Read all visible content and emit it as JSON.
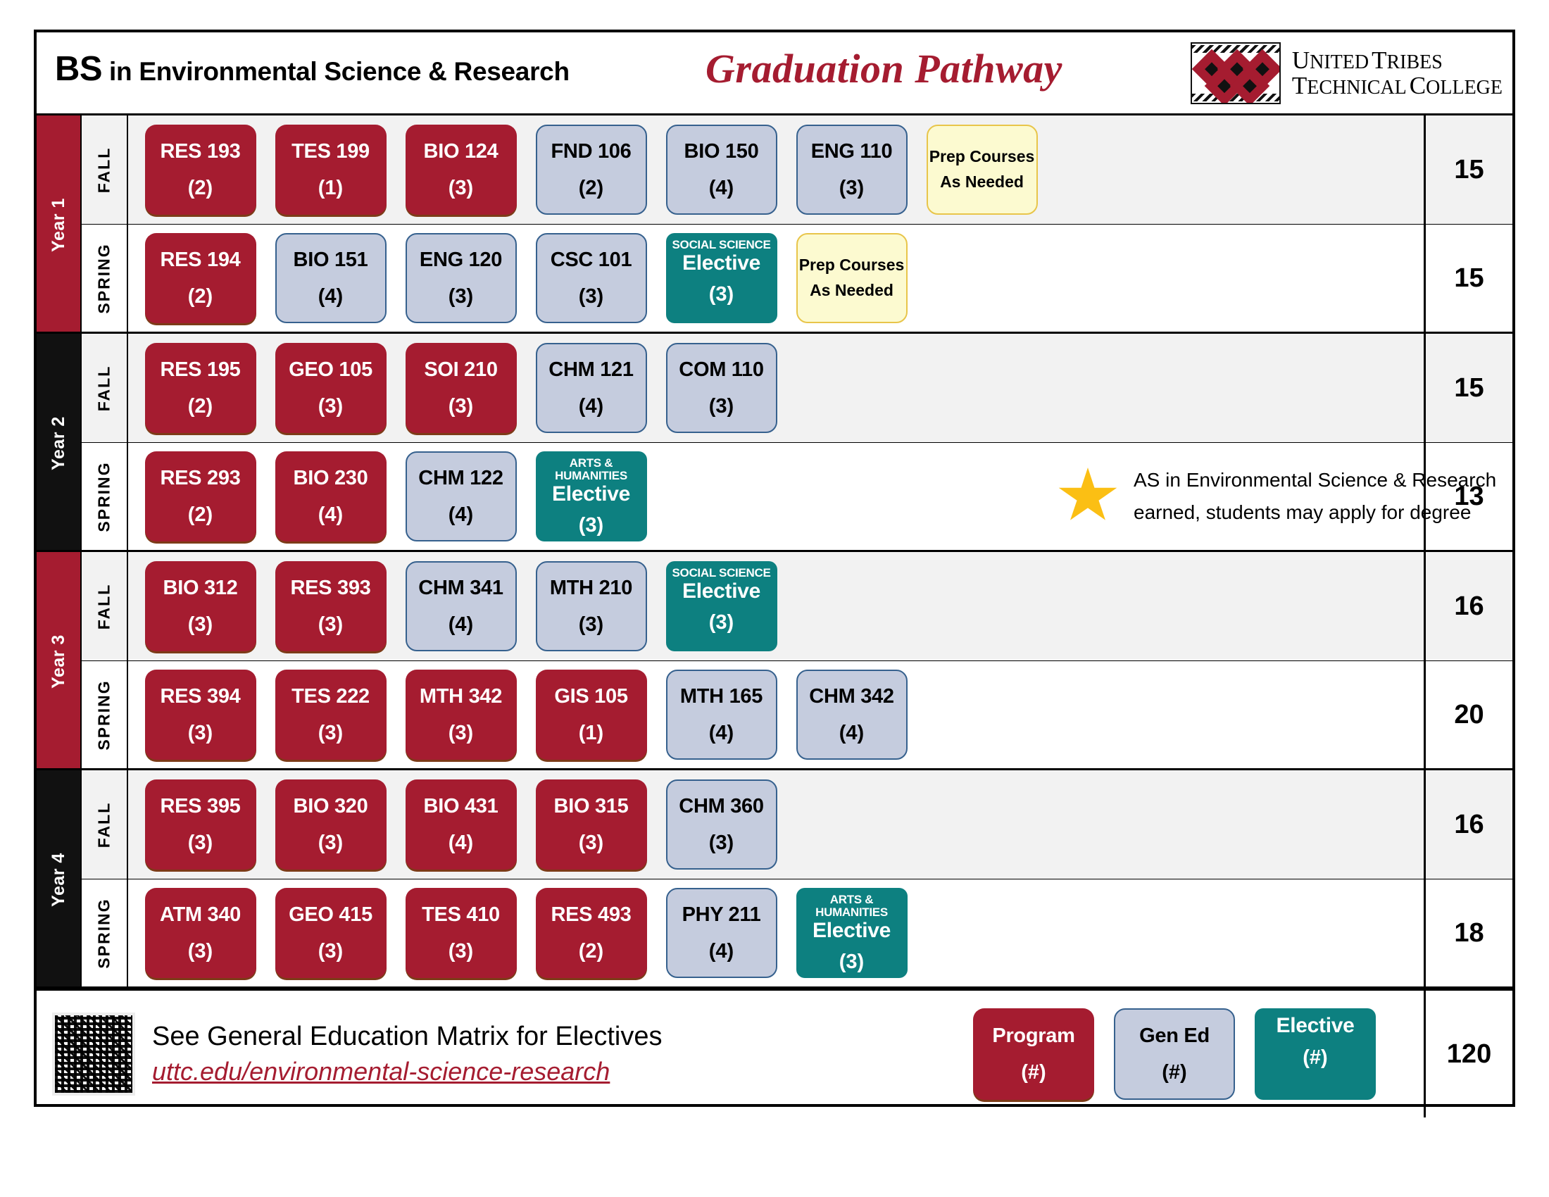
{
  "header": {
    "degree_prefix": "BS",
    "degree_rest": " in Environmental Science & Research",
    "subtitle": "Graduation Pathway",
    "logo_line1": "UNITED TRIBES",
    "logo_line2": "TECHNICAL COLLEGE"
  },
  "colors": {
    "program": "#A51C30",
    "gened": "#C5CCDE",
    "elective": "#0D8080",
    "prep": "#FCFAD0",
    "star": "#FBBF14",
    "year_odd": "#A51C30",
    "year_even": "#111111"
  },
  "rows": [
    {
      "year": "Year 1",
      "year_style": "crimson",
      "year_span_first": true,
      "term": "FALL",
      "total": "15",
      "shade": true,
      "courses": [
        {
          "type": "program",
          "code": "RES 193",
          "credits": "(2)"
        },
        {
          "type": "program",
          "code": "TES 199",
          "credits": "(1)"
        },
        {
          "type": "program",
          "code": "BIO 124",
          "credits": "(3)"
        },
        {
          "type": "gened",
          "code": "FND 106",
          "credits": "(2)"
        },
        {
          "type": "gened",
          "code": "BIO 150",
          "credits": "(4)"
        },
        {
          "type": "gened",
          "code": "ENG 110",
          "credits": "(3)"
        },
        {
          "type": "prep",
          "line1": "Prep Courses",
          "line2": "As Needed"
        }
      ]
    },
    {
      "year": "Year 1",
      "year_style": "crimson",
      "year_span_first": false,
      "term": "SPRING",
      "total": "15",
      "shade": false,
      "year_end": true,
      "courses": [
        {
          "type": "program",
          "code": "RES 194",
          "credits": "(2)"
        },
        {
          "type": "gened",
          "code": "BIO 151",
          "credits": "(4)"
        },
        {
          "type": "gened",
          "code": "ENG 120",
          "credits": "(3)"
        },
        {
          "type": "gened",
          "code": "CSC 101",
          "credits": "(3)"
        },
        {
          "type": "elective",
          "kicker": "SOCIAL SCIENCE",
          "code": "Elective",
          "credits": "(3)"
        },
        {
          "type": "prep",
          "line1": "Prep Courses",
          "line2": "As Needed"
        }
      ]
    },
    {
      "year": "Year 2",
      "year_style": "black",
      "year_span_first": true,
      "term": "FALL",
      "total": "15",
      "shade": true,
      "courses": [
        {
          "type": "program",
          "code": "RES 195",
          "credits": "(2)"
        },
        {
          "type": "program",
          "code": "GEO 105",
          "credits": "(3)"
        },
        {
          "type": "program",
          "code": "SOI 210",
          "credits": "(3)"
        },
        {
          "type": "gened",
          "code": "CHM 121",
          "credits": "(4)"
        },
        {
          "type": "gened",
          "code": "COM 110",
          "credits": "(3)"
        }
      ]
    },
    {
      "year": "Year 2",
      "year_style": "black",
      "year_span_first": false,
      "term": "SPRING",
      "total": "13",
      "shade": false,
      "year_end": true,
      "note": "AS in Environmental Science & Research\nearned, students may apply for degree",
      "note_line1": "AS in Environmental Science & Research",
      "note_line2": "earned, students may apply for degree",
      "courses": [
        {
          "type": "program",
          "code": "RES 293",
          "credits": "(2)"
        },
        {
          "type": "program",
          "code": "BIO 230",
          "credits": "(4)"
        },
        {
          "type": "gened",
          "code": "CHM 122",
          "credits": "(4)"
        },
        {
          "type": "elective",
          "kicker": "ARTS & HUMANITIES",
          "code": "Elective",
          "credits": "(3)"
        }
      ]
    },
    {
      "year": "Year 3",
      "year_style": "crimson",
      "year_span_first": true,
      "term": "FALL",
      "total": "16",
      "shade": true,
      "courses": [
        {
          "type": "program",
          "code": "BIO 312",
          "credits": "(3)"
        },
        {
          "type": "program",
          "code": "RES 393",
          "credits": "(3)"
        },
        {
          "type": "gened",
          "code": "CHM 341",
          "credits": "(4)"
        },
        {
          "type": "gened",
          "code": "MTH 210",
          "credits": "(3)"
        },
        {
          "type": "elective",
          "kicker": "SOCIAL SCIENCE",
          "code": "Elective",
          "credits": "(3)"
        }
      ]
    },
    {
      "year": "Year 3",
      "year_style": "crimson",
      "year_span_first": false,
      "term": "SPRING",
      "total": "20",
      "shade": false,
      "year_end": true,
      "courses": [
        {
          "type": "program",
          "code": "RES 394",
          "credits": "(3)"
        },
        {
          "type": "program",
          "code": "TES 222",
          "credits": "(3)"
        },
        {
          "type": "program",
          "code": "MTH 342",
          "credits": "(3)"
        },
        {
          "type": "program",
          "code": "GIS 105",
          "credits": "(1)"
        },
        {
          "type": "gened",
          "code": "MTH 165",
          "credits": "(4)"
        },
        {
          "type": "gened",
          "code": "CHM 342",
          "credits": "(4)"
        }
      ]
    },
    {
      "year": "Year 4",
      "year_style": "black",
      "year_span_first": true,
      "term": "FALL",
      "total": "16",
      "shade": true,
      "courses": [
        {
          "type": "program",
          "code": "RES 395",
          "credits": "(3)"
        },
        {
          "type": "program",
          "code": "BIO 320",
          "credits": "(3)"
        },
        {
          "type": "program",
          "code": "BIO 431",
          "credits": "(4)"
        },
        {
          "type": "program",
          "code": "BIO 315",
          "credits": "(3)"
        },
        {
          "type": "gened",
          "code": "CHM 360",
          "credits": "(3)"
        }
      ]
    },
    {
      "year": "Year 4",
      "year_style": "black",
      "year_span_first": false,
      "term": "SPRING",
      "total": "18",
      "shade": false,
      "year_end": true,
      "courses": [
        {
          "type": "program",
          "code": "ATM 340",
          "credits": "(3)"
        },
        {
          "type": "program",
          "code": "GEO 415",
          "credits": "(3)"
        },
        {
          "type": "program",
          "code": "TES 410",
          "credits": "(3)"
        },
        {
          "type": "program",
          "code": "RES 493",
          "credits": "(2)"
        },
        {
          "type": "gened",
          "code": "PHY 211",
          "credits": "(4)"
        },
        {
          "type": "elective",
          "kicker": "ARTS & HUMANITIES",
          "code": "Elective",
          "credits": "(3)"
        }
      ]
    }
  ],
  "footer": {
    "matrix_text": "See General Education Matrix for Electives",
    "url": "uttc.edu/environmental-science-research",
    "grand_total": "120",
    "legend": [
      {
        "type": "program",
        "code": "Program",
        "credits": "(#)"
      },
      {
        "type": "gened",
        "code": "Gen Ed",
        "credits": "(#)"
      },
      {
        "type": "elective",
        "code": "Elective",
        "credits": "(#)"
      }
    ]
  }
}
